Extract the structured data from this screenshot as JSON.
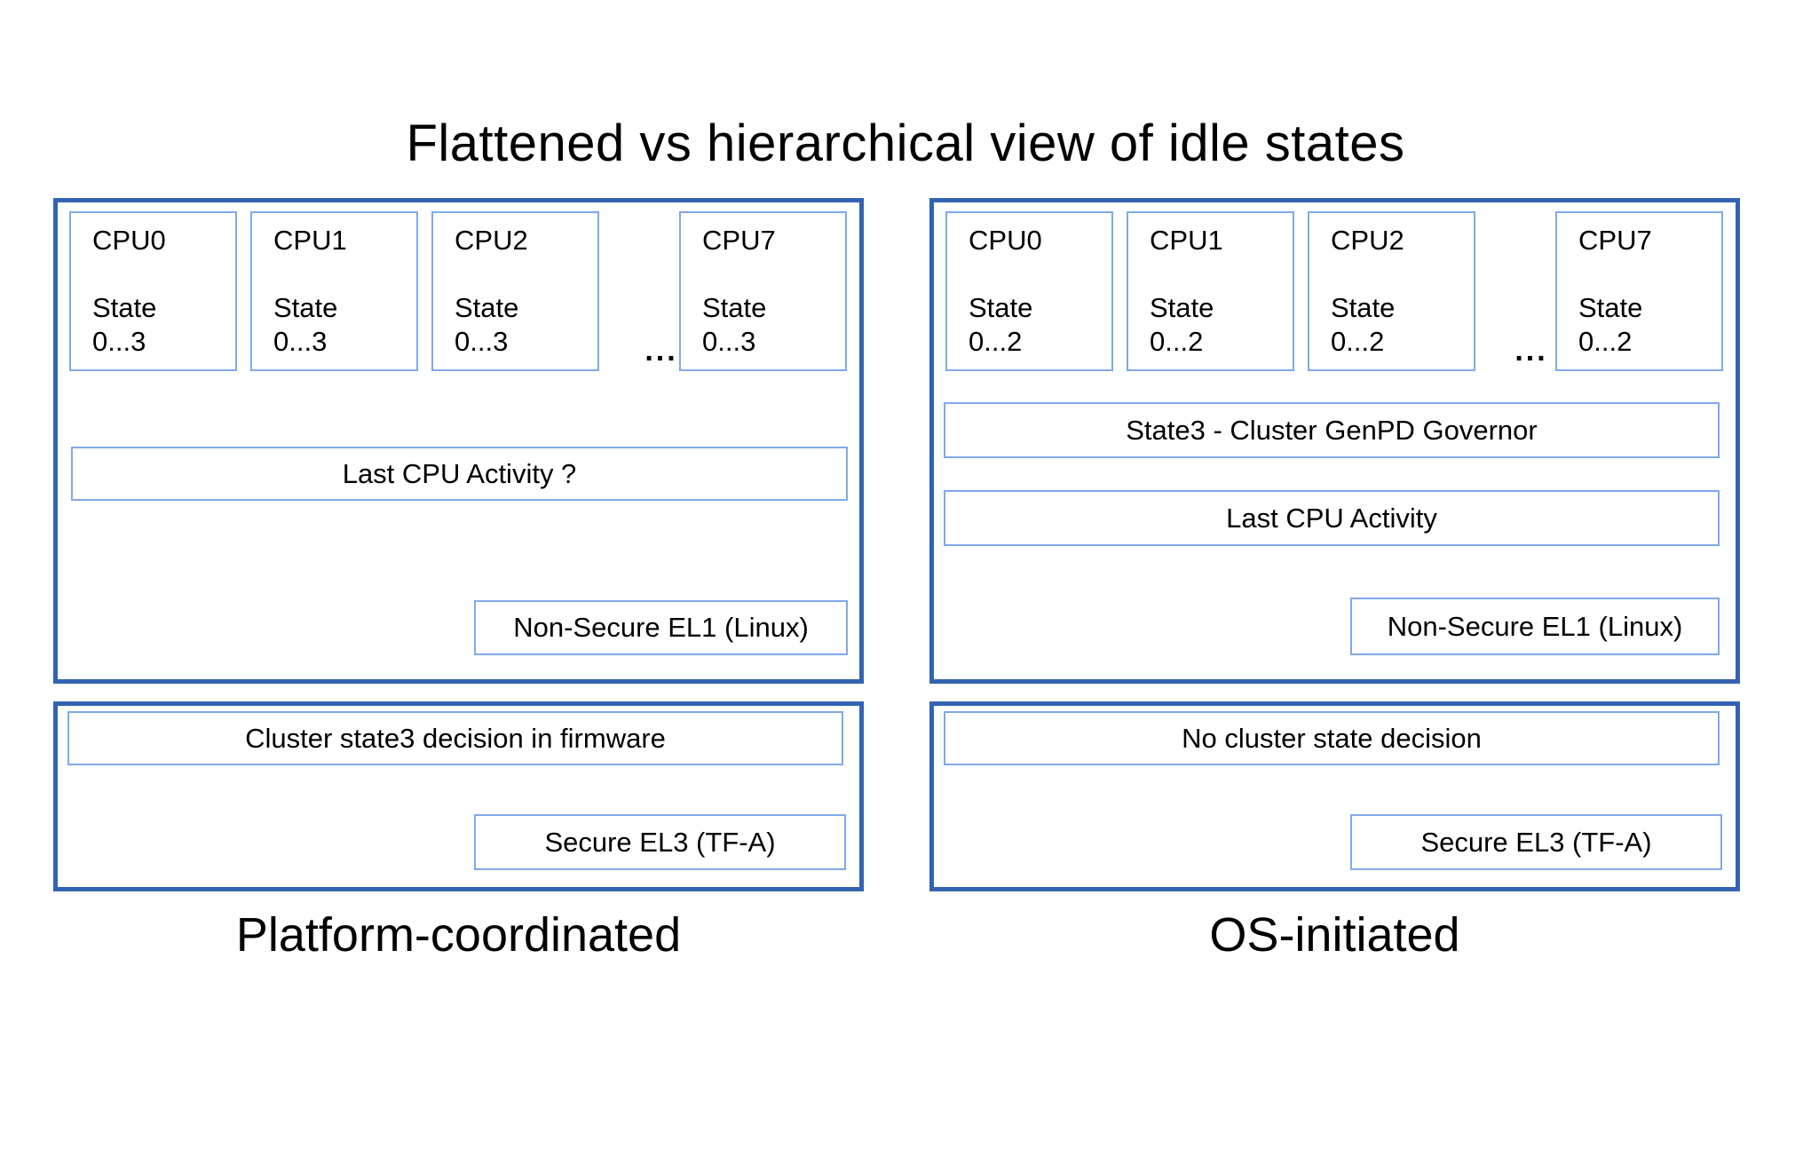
{
  "title": "Flattened vs hierarchical view of idle states",
  "colors": {
    "outer_border": "#3363B2",
    "inner_border": "#7FA9EA",
    "text": "#000000",
    "background": "#FFFFFF"
  },
  "left": {
    "caption": "Platform-coordinated",
    "ellipsis": "...",
    "cpus": [
      {
        "name": "CPU0",
        "state_label": "State",
        "state_range": "0...3"
      },
      {
        "name": "CPU1",
        "state_label": "State",
        "state_range": "0...3"
      },
      {
        "name": "CPU2",
        "state_label": "State",
        "state_range": "0...3"
      },
      {
        "name": "CPU7",
        "state_label": "State",
        "state_range": "0...3"
      }
    ],
    "last_cpu_activity": "Last CPU Activity ?",
    "non_secure_el1": "Non-Secure EL1 (Linux)",
    "cluster_decision": "Cluster state3 decision in firmware",
    "secure_el3": "Secure EL3 (TF-A)"
  },
  "right": {
    "caption": "OS-initiated",
    "ellipsis": "...",
    "cpus": [
      {
        "name": "CPU0",
        "state_label": "State",
        "state_range": "0...2"
      },
      {
        "name": "CPU1",
        "state_label": "State",
        "state_range": "0...2"
      },
      {
        "name": "CPU2",
        "state_label": "State",
        "state_range": "0...2"
      },
      {
        "name": "CPU7",
        "state_label": "State",
        "state_range": "0...2"
      }
    ],
    "genpd_governor": "State3 - Cluster GenPD Governor",
    "last_cpu_activity": "Last CPU Activity",
    "non_secure_el1": "Non-Secure EL1 (Linux)",
    "cluster_decision": "No cluster state decision",
    "secure_el3": "Secure EL3 (TF-A)"
  }
}
